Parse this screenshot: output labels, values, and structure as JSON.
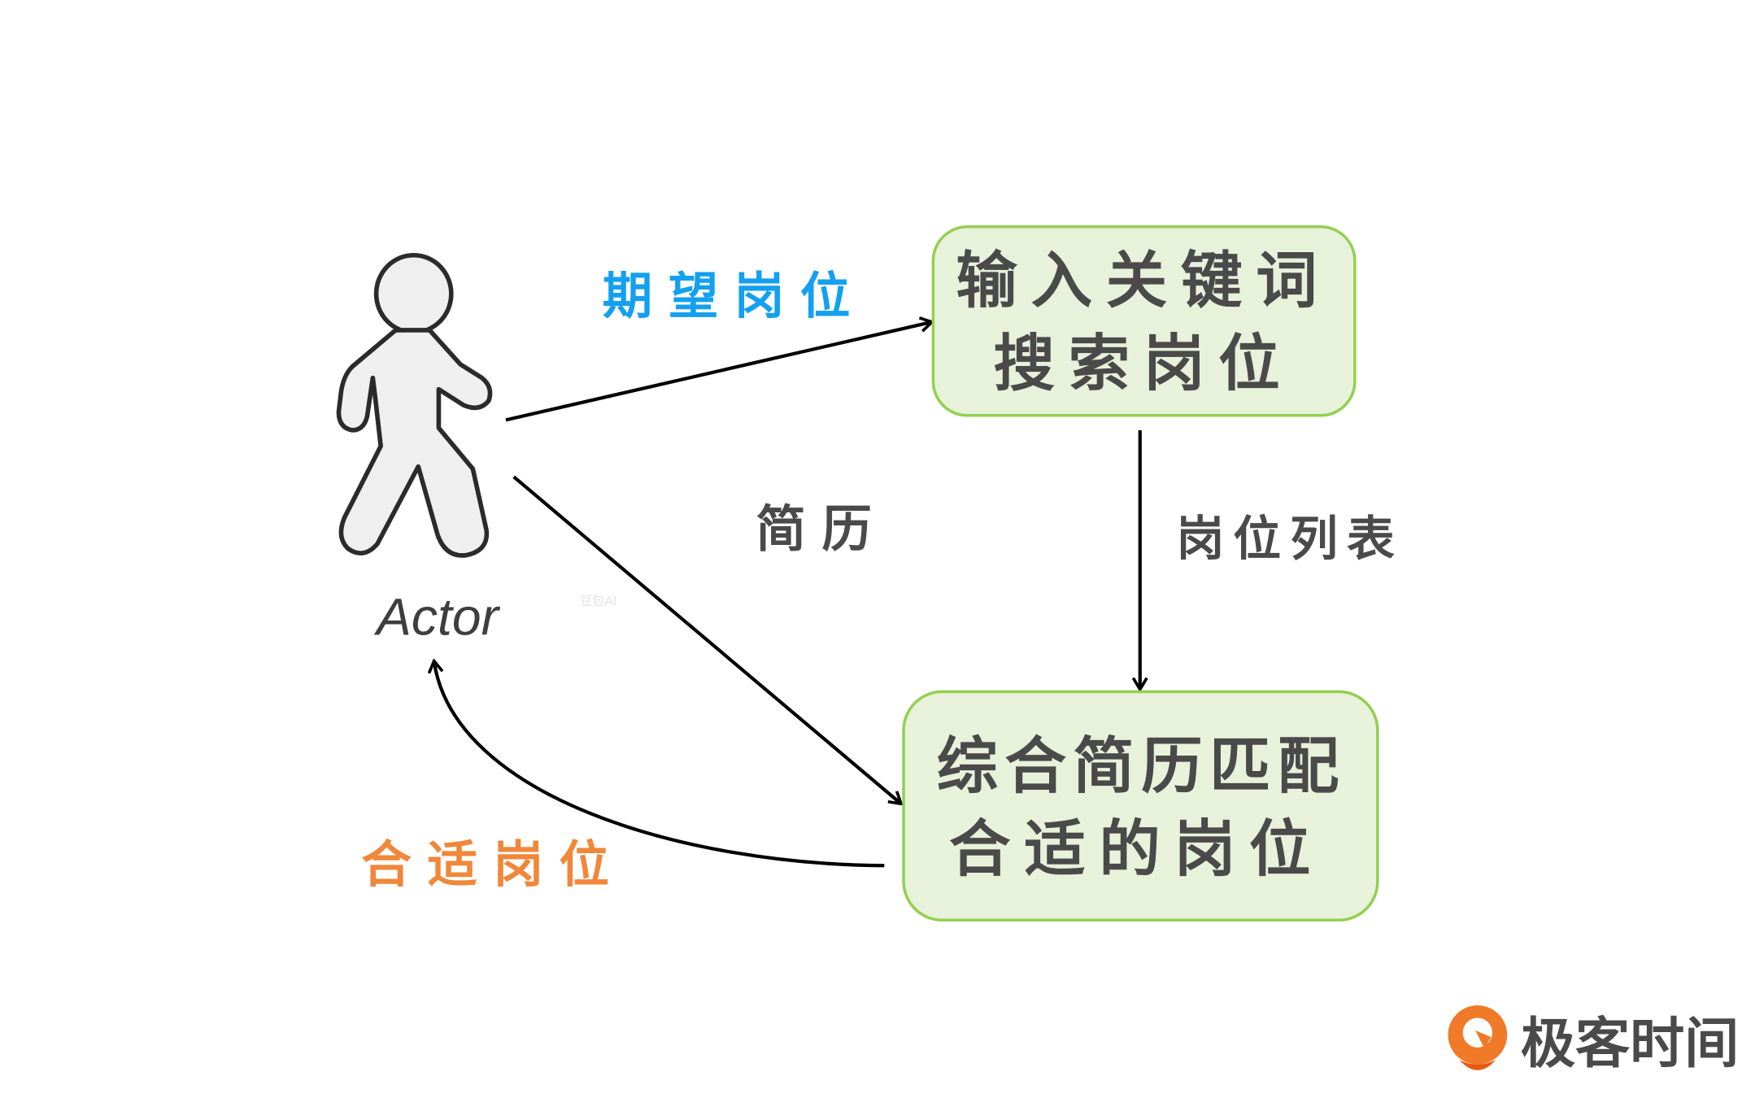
{
  "actor": {
    "label": "Actor"
  },
  "edges": {
    "expected_position": "期望岗位",
    "resume": "简历",
    "position_list": "岗位列表",
    "suitable_position": "合适岗位"
  },
  "nodes": {
    "search": {
      "line1": "输入关键词",
      "line2": "搜索岗位"
    },
    "match": {
      "line1": "综合简历匹配",
      "line2": "合适的岗位"
    }
  },
  "watermark": "豆包AI",
  "logo": {
    "text": "极客时间"
  },
  "colors": {
    "blue": "#14a0f0",
    "orange": "#f0873a",
    "box_fill": "#e8f1da",
    "box_stroke": "#92d050",
    "text": "#4a4a4a"
  }
}
